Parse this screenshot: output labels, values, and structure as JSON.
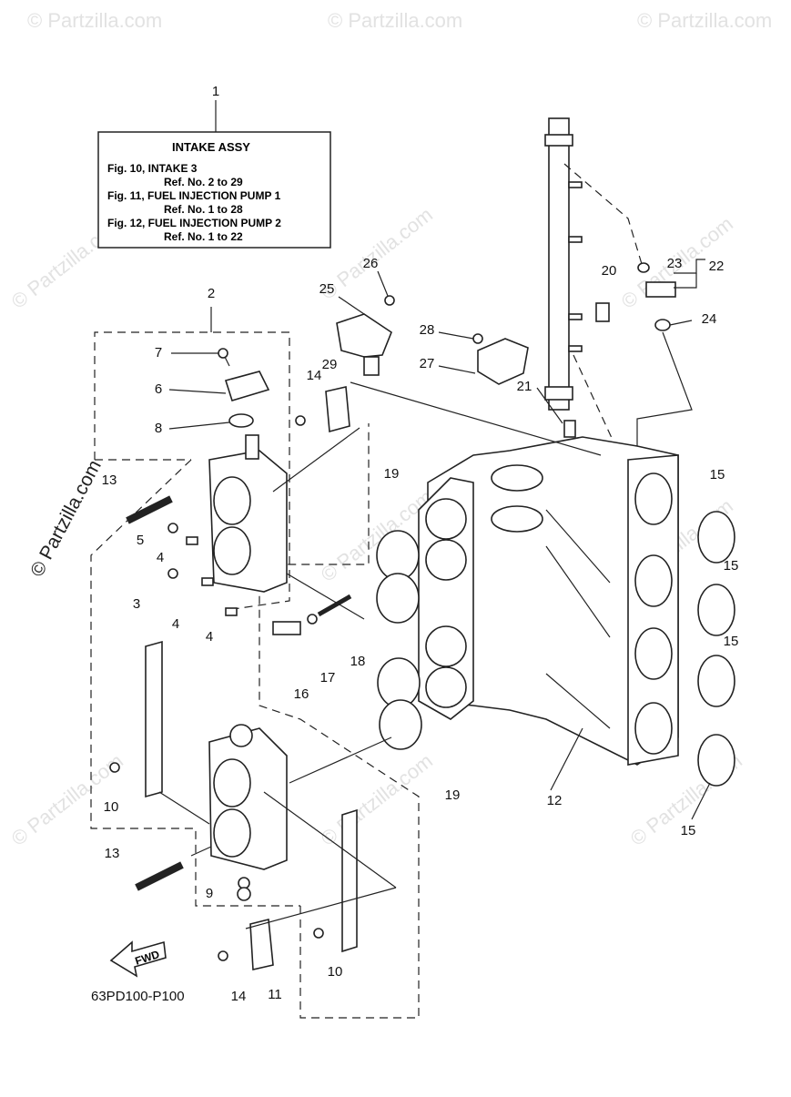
{
  "info_box": {
    "title": "INTAKE ASSY",
    "lines": [
      "Fig. 10, INTAKE 3",
      "Ref. No. 2 to 29",
      "Fig. 11, FUEL INJECTION PUMP 1",
      "Ref. No. 1 to 28",
      "Fig. 12, FUEL INJECTION PUMP 2",
      "Ref. No. 1 to 22"
    ]
  },
  "callouts": [
    "1",
    "2",
    "3",
    "4",
    "4",
    "4",
    "5",
    "6",
    "7",
    "8",
    "9",
    "10",
    "10",
    "11",
    "12",
    "13",
    "13",
    "14",
    "14",
    "15",
    "15",
    "15",
    "15",
    "16",
    "17",
    "18",
    "19",
    "19",
    "20",
    "21",
    "22",
    "23",
    "24",
    "25",
    "26",
    "27",
    "28",
    "29"
  ],
  "arrow_label": "FWD",
  "diagram_code": "63PD100-P100",
  "watermark": "© Partzilla.com"
}
